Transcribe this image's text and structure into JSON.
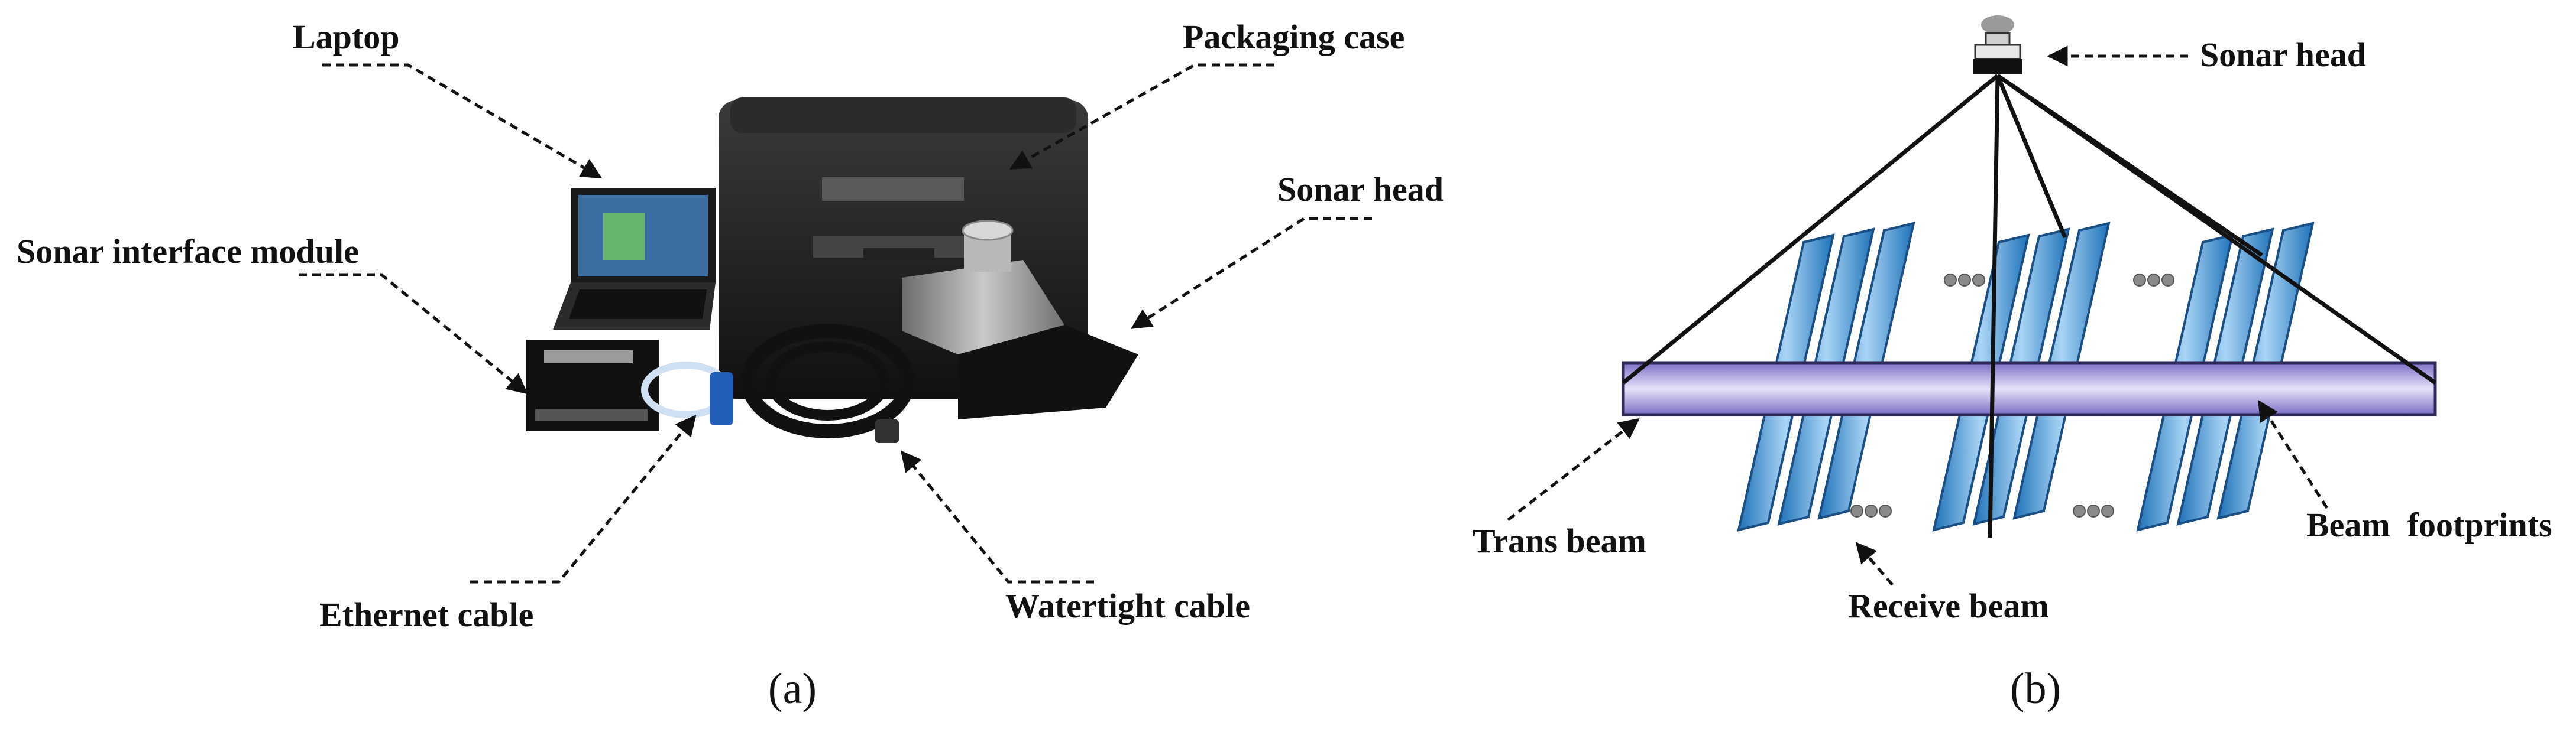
{
  "panel_a": {
    "caption": "(a)",
    "labels": {
      "laptop": "Laptop",
      "packaging_case": "Packaging case",
      "sonar_head": "Sonar head",
      "sonar_interface_module": "Sonar interface module",
      "ethernet_cable": "Ethernet cable",
      "watertight_cable": "Watertight cable"
    }
  },
  "panel_b": {
    "caption": "(b)",
    "labels": {
      "sonar_head": "Sonar head",
      "trans_beam": "Trans beam",
      "receive_beam": "Receive beam",
      "beam_footprints": "Beam  footprints"
    }
  },
  "colors": {
    "trans_beam": "#9a8fd6",
    "receive_beam": "#3d92d6",
    "ellipsis_dots": "#8a8a8a"
  }
}
